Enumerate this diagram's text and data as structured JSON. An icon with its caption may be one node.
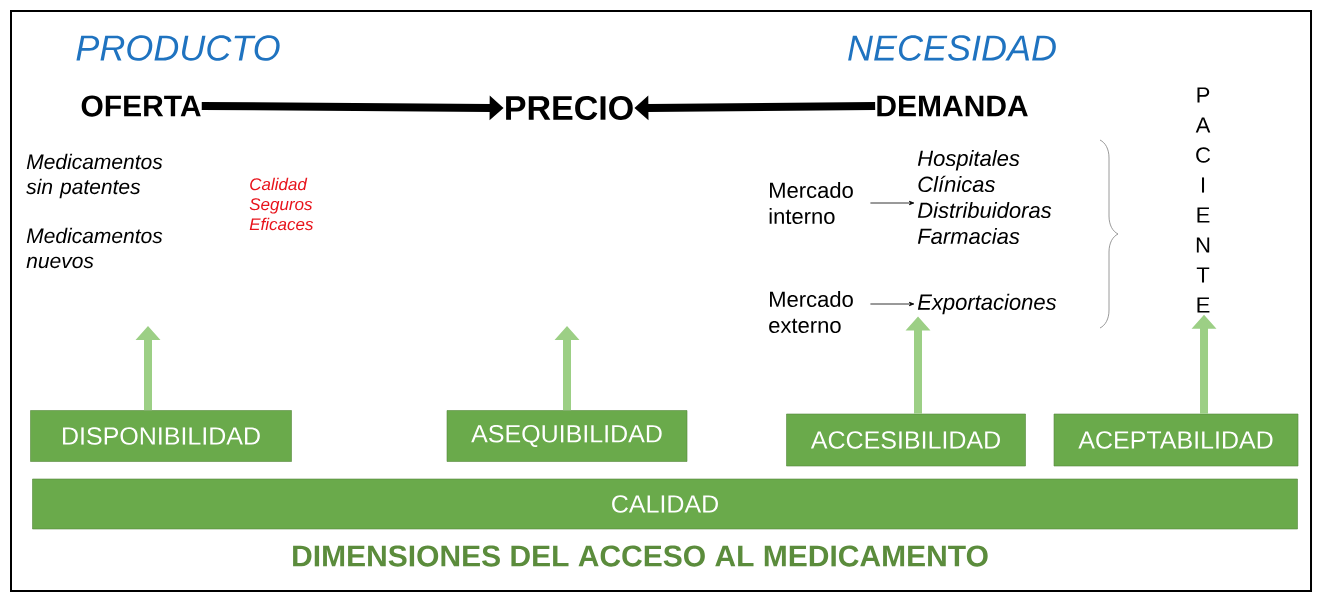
{
  "diagram": {
    "caption": "DIMENSIONES DEL ACCESO AL MEDICAMENTO",
    "nodes": [
      {
        "text": [
          "OFERTA"
        ]
      },
      {
        "text": [
          "PRECIO"
        ]
      },
      {
        "text": [
          "DEMANDA"
        ]
      },
      {
        "text": [
          "Mercado interno"
        ]
      },
      {
        "text": [
          "Hospitales Clínicas Distribuidoras Farmacias"
        ]
      },
      {
        "text": [
          "Mercado externo"
        ]
      },
      {
        "text": [
          "Exportaciones"
        ]
      },
      {
        "text": [
          "PACIENTE"
        ]
      },
      {
        "text": [
          "DISPONIBILIDAD"
        ]
      },
      {
        "text": [
          "ASEQUIBILIDAD"
        ]
      },
      {
        "text": [
          "ACCESIBILIDAD"
        ]
      },
      {
        "text": [
          "ACEPTABILIDAD"
        ]
      },
      {
        "text": [
          "CALIDAD"
        ]
      }
    ],
    "edges": [
      {
        "from": 0,
        "to": 1,
        "arrow": "to"
      },
      {
        "from": 2,
        "to": 1,
        "arrow": "to"
      },
      {
        "from": 3,
        "to": 4,
        "arrow": "to"
      },
      {
        "from": 5,
        "to": 6,
        "arrow": "to"
      },
      {
        "from": 8,
        "to": null,
        "arrow": "to",
        "color": "#9ccf85"
      },
      {
        "from": 9,
        "to": null,
        "arrow": "to",
        "color": "#9ccf85"
      },
      {
        "from": 10,
        "to": 6,
        "arrow": "to",
        "color": "#9ccf85"
      },
      {
        "from": 11,
        "to": 7,
        "arrow": "to",
        "color": "#9ccf85"
      }
    ],
    "labels": [
      "PRODUCTO",
      "NECESIDAD",
      "Medicamentos sin patentes",
      "Medicamentos nuevos",
      "Calidad Seguros Eficaces"
    ]
  }
}
